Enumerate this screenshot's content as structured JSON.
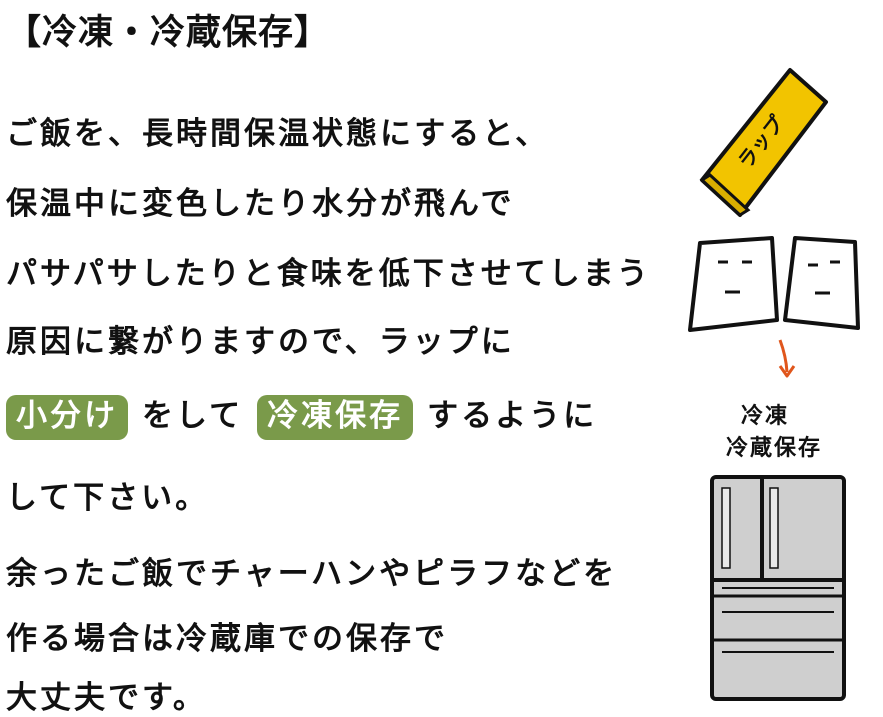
{
  "title": "【冷凍・冷蔵保存】",
  "lines": [
    "ご飯を、長時間保温状態にすると、",
    "保温中に変色したり水分が飛んで",
    "パサパサしたりと食味を低下させてしまう",
    "原因に繋がりますので、ラップに",
    "",
    "して下さい。",
    "余ったご飯でチャーハンやピラフなどを",
    "作る場合は冷蔵庫での保存で",
    "大丈夫です。"
  ],
  "line5": {
    "hl1": "小分け",
    "mid": "をして",
    "hl2": "冷凍保存",
    "tail": "するように"
  },
  "wrap_label": "ラップ",
  "fridge_label_1": "冷凍",
  "fridge_label_2": "冷蔵保存",
  "colors": {
    "highlight": "#7a9a4a",
    "wrap_box": "#f2c400",
    "arrow": "#e0561c",
    "fridge": "#cfcfcf"
  }
}
